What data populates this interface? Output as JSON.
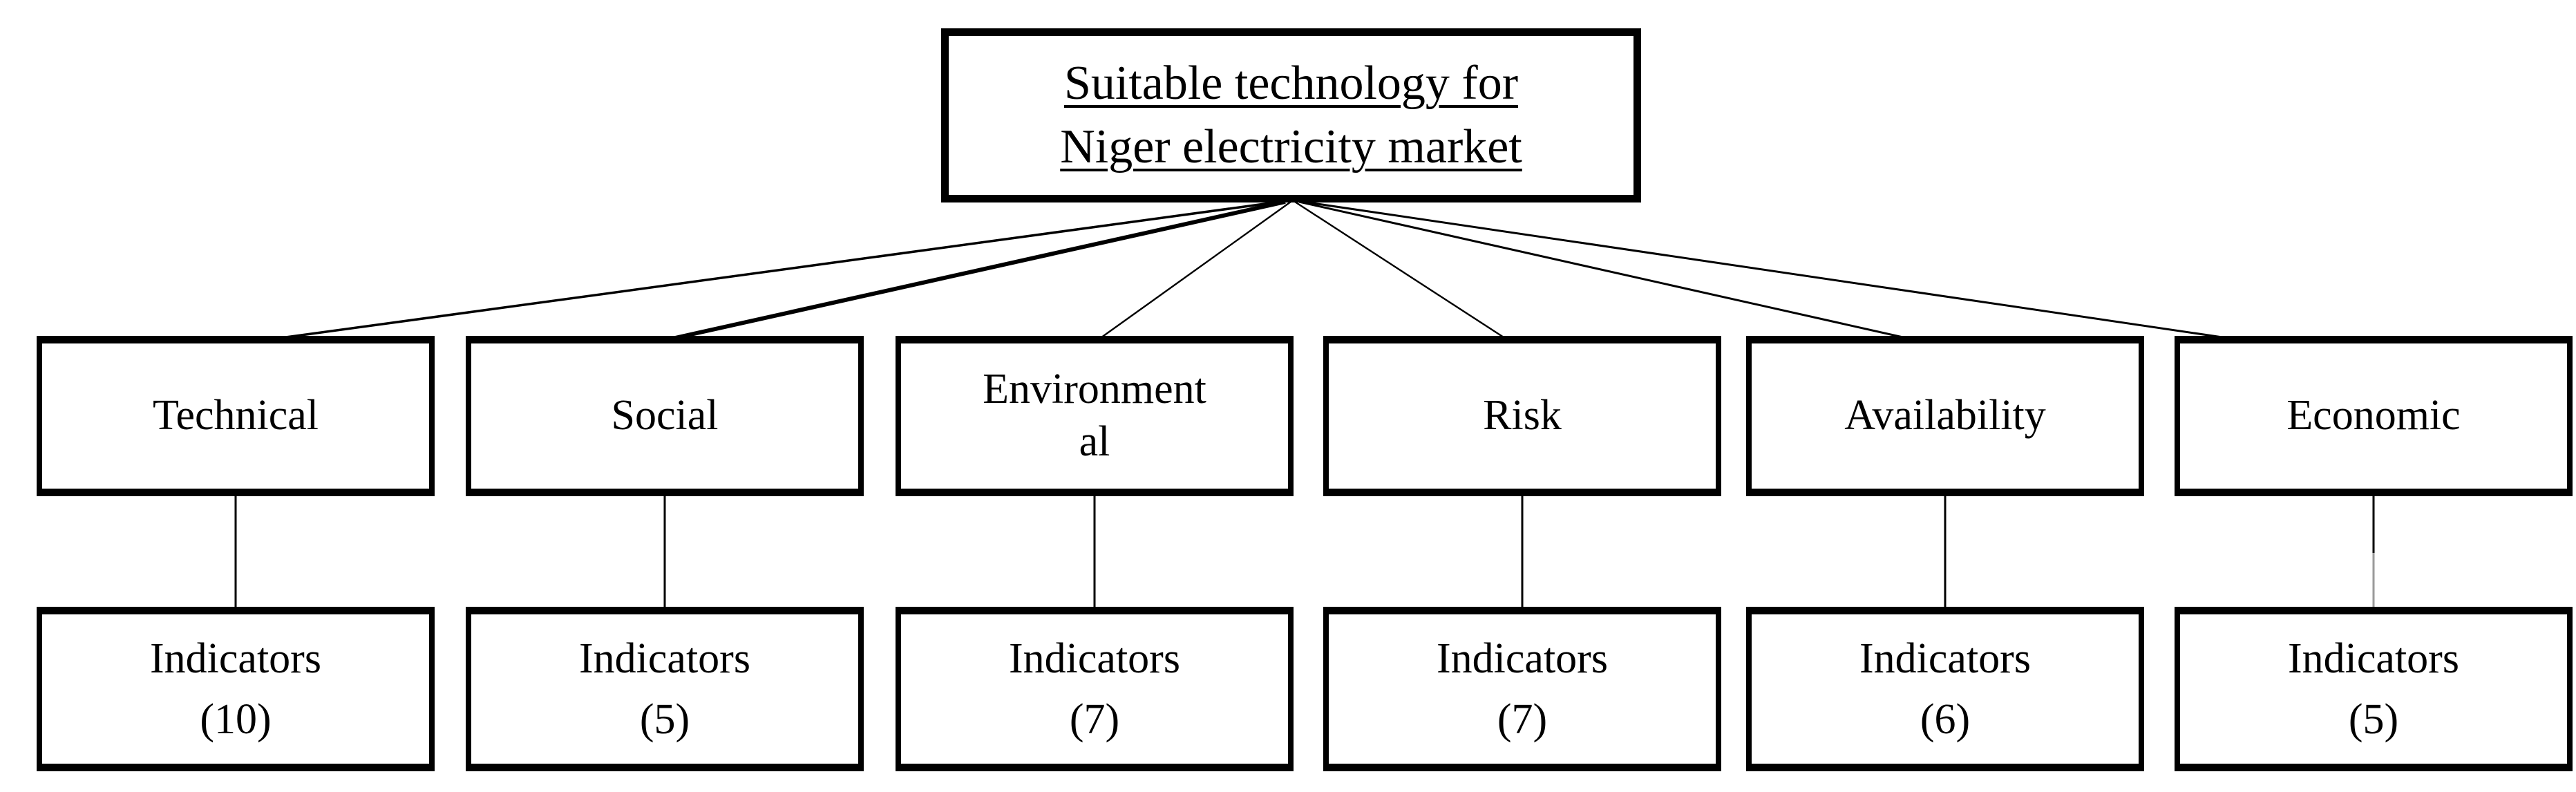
{
  "diagram": {
    "title": "Suitable technology for Niger electricity market",
    "root": {
      "label": "Suitable technology for\nNiger electricity market"
    },
    "categories": [
      {
        "name": "Technical",
        "label": "Technical",
        "indicators_label": "Indicators\n(10)",
        "indicator_count": 10
      },
      {
        "name": "Social",
        "label": "Social",
        "indicators_label": "Indicators\n(5)",
        "indicator_count": 5
      },
      {
        "name": "Environmental",
        "label": "Environment\nal",
        "indicators_label": "Indicators\n(7)",
        "indicator_count": 7
      },
      {
        "name": "Risk",
        "label": "Risk",
        "indicators_label": "Indicators\n(7)",
        "indicator_count": 7
      },
      {
        "name": "Availability",
        "label": "Availability",
        "indicators_label": "Indicators\n(6)",
        "indicator_count": 6
      },
      {
        "name": "Economic",
        "label": "Economic",
        "indicators_label": "Indicators\n(5)",
        "indicator_count": 5
      }
    ],
    "colors": {
      "background": "#ffffff",
      "border": "#000000",
      "line": "#000000",
      "economic_connector_lower": "#9a9a9a"
    }
  }
}
